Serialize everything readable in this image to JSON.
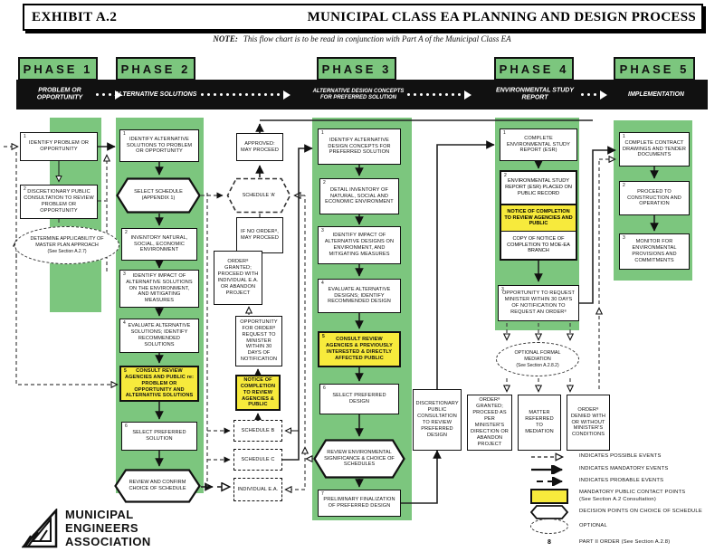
{
  "header": {
    "exhibit": "EXHIBIT A.2",
    "title": "MUNICIPAL CLASS EA PLANNING AND DESIGN PROCESS"
  },
  "note": {
    "label": "NOTE:",
    "text": "This flow chart is to be read in conjunction with Part A of the Municipal Class EA"
  },
  "phase_headers": {
    "p1": "PHASE 1",
    "p2": "PHASE 2",
    "p3": "PHASE 3",
    "p4": "PHASE 4",
    "p5": "PHASE 5"
  },
  "band": {
    "p1": "PROBLEM OR OPPORTUNITY",
    "p2": "ALTERNATIVE SOLUTIONS",
    "p3": "ALTERNATIVE DESIGN CONCEPTS FOR PREFERRED SOLUTION",
    "p4": "ENVIRONMENTAL STUDY REPORT",
    "p5": "IMPLEMENTATION"
  },
  "p1": {
    "b1": {
      "sup": "1",
      "text": "IDENTIFY PROBLEM OR OPPORTUNITY"
    },
    "b2": {
      "sup": "2",
      "text": "DISCRETIONARY PUBLIC CONSULTATION TO REVIEW PROBLEM OR OPPORTUNITY"
    },
    "ellipse": {
      "text": "DETERMINE APPLICABILITY OF MASTER PLAN APPROACH",
      "sub": "(See Section A.2.7)"
    }
  },
  "p2": {
    "b1": {
      "sup": "1",
      "text": "IDENTIFY ALTERNATIVE SOLUTIONS TO PROBLEM OR OPPORTUNITY"
    },
    "hex1": {
      "text": "SELECT SCHEDULE (APPENDIX 1)"
    },
    "b2": {
      "sup": "2",
      "text": "INVENTORY NATURAL, SOCIAL, ECONOMIC ENVIRONMENT"
    },
    "b3": {
      "sup": "3",
      "text": "IDENTIFY IMPACT OF ALTERNATIVE SOLUTIONS ON THE ENVIRONMENT, AND MITIGATING MEASURES"
    },
    "b4": {
      "sup": "4",
      "text": "EVALUATE ALTERNATIVE SOLUTIONS; IDENTIFY RECOMMENDED SOLUTIONS"
    },
    "b5": {
      "sup": "5",
      "text": "CONSULT REVIEW AGENCIES AND PUBLIC re: PROBLEM OR OPPORTUNITY AND ALTERNATIVE SOLUTIONS"
    },
    "b6": {
      "sup": "6",
      "text": "SELECT PREFERRED SOLUTION"
    },
    "hex2": {
      "text": "REVIEW AND CONFIRM CHOICE OF SCHEDULE"
    }
  },
  "mid": {
    "approved": "APPROVED: MAY PROCEED",
    "schedA": "SCHEDULE 'A'",
    "ifno": "IF NO ORDER⁸, MAY PROCEED",
    "order_granted": "ORDER⁸ GRANTED; PROCEED WITH INDIVIDUAL E.A. OR ABANDON PROJECT",
    "opportunity": "OPPORTUNITY FOR ORDER⁸ REQUEST TO MINISTER WITHIN 30 DAYS OF NOTIFICATION",
    "notice": "NOTICE OF COMPLETION TO REVIEW AGENCIES & PUBLIC",
    "schB": "SCHEDULE B",
    "schC": "SCHEDULE C",
    "indea": "INDIVIDUAL E.A."
  },
  "p3": {
    "b1": {
      "sup": "1",
      "text": "IDENTIFY ALTERNATIVE DESIGN CONCEPTS FOR PREFERRED SOLUTION"
    },
    "b2": {
      "sup": "2",
      "text": "DETAIL INVENTORY OF NATURAL, SOCIAL AND ECONOMIC ENVIRONMENT"
    },
    "b3": {
      "sup": "3",
      "text": "IDENTIFY IMPACT OF ALTERNATIVE DESIGNS ON ENVIRONMENT, AND MITIGATING MEASURES"
    },
    "b4": {
      "sup": "4",
      "text": "EVALUATE ALTERNATIVE DESIGNS; IDENTIFY RECOMMENDED DESIGN"
    },
    "b5": {
      "sup": "5",
      "text": "CONSULT REVIEW AGENCIES & PREVIOUSLY INTERESTED & DIRECTLY AFFECTED PUBLIC"
    },
    "b6": {
      "sup": "6",
      "text": "SELECT PREFERRED DESIGN"
    },
    "hex": {
      "text": "REVIEW ENVIRONMENTAL SIGNIFICANCE & CHOICE OF SCHEDULES"
    },
    "b7": {
      "sup": "7",
      "text": "PRELIMINARY FINALIZATION OF PREFERRED DESIGN"
    }
  },
  "mid34": {
    "discretionary": "DISCRETIONARY PUBLIC CONSULTATION TO REVIEW PREFERRED DESIGN"
  },
  "p4": {
    "b1": {
      "sup": "1",
      "text": "COMPLETE ENVIRONMENTAL STUDY REPORT (ESR)"
    },
    "g1": {
      "sup": "2",
      "text": "ENVIRONMENTAL STUDY REPORT (ESR) PLACED ON PUBLIC RECORD"
    },
    "g2": {
      "text": "NOTICE OF COMPLETION TO REVIEW AGENCIES AND PUBLIC"
    },
    "g3": {
      "text": "COPY OF NOTICE OF COMPLETION TO MOE-EA BRANCH"
    },
    "b5": {
      "sup": "3",
      "text": "OPPORTUNITY TO REQUEST MINISTER WITHIN 30 DAYS OF NOTIFICATION TO REQUEST AN ORDER⁸"
    },
    "mediation": {
      "text": "OPTIONAL FORMAL MEDIATION",
      "sub": "(See Section A.2.8.2)"
    },
    "out1": "ORDER⁸ GRANTED; PROCEED AS PER MINISTER'S DIRECTION OR ABANDON PROJECT",
    "out2": "MATTER REFERRED TO MEDIATION",
    "out3": "ORDER⁸ DENIED WITH OR WITHOUT MINISTER'S CONDITIONS"
  },
  "p5": {
    "b1": {
      "sup": "1",
      "text": "COMPLETE CONTRACT DRAWINGS AND TENDER DOCUMENTS"
    },
    "b2": {
      "sup": "2",
      "text": "PROCEED TO CONSTRUCTION AND OPERATION"
    },
    "b3": {
      "sup": "3",
      "text": "MONITOR FOR ENVIRONMENTAL PROVISIONS AND COMMITMENTS"
    }
  },
  "legend": {
    "possible": "INDICATES POSSIBLE EVENTS",
    "mandatory": "INDICATES MANDATORY EVENTS",
    "probable": "INDICATES PROBABLE EVENTS",
    "contact1": "MANDATORY PUBLIC CONTACT POINTS",
    "contact2": "(See Section A.2 Consultation)",
    "decision": "DECISION POINTS ON CHOICE OF SCHEDULE",
    "optional": "OPTIONAL",
    "eight": "8",
    "part2": "PART II ORDER (See Section A.2.8)"
  },
  "logo": {
    "l1": "MUNICIPAL",
    "l2": "ENGINEERS",
    "l3": "ASSOCIATION"
  },
  "colors": {
    "green": "#7CC67E",
    "yellow": "#F7EA3C",
    "band": "#111111"
  }
}
